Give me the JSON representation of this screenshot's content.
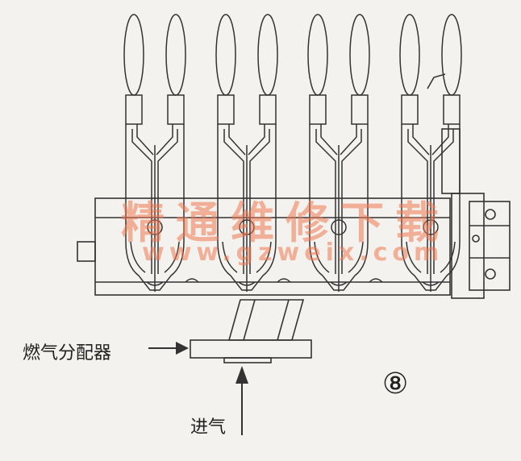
{
  "labels": {
    "distributor": "燃气分配器",
    "inlet": "进气",
    "figure_number": "⑧"
  },
  "watermark": {
    "chinese": "精通维修下载",
    "url": "www.gzweix.com"
  },
  "burner_units": 4,
  "colors": {
    "line": "#333333",
    "watermark": "#f07850",
    "background": "#f4f2ee"
  }
}
